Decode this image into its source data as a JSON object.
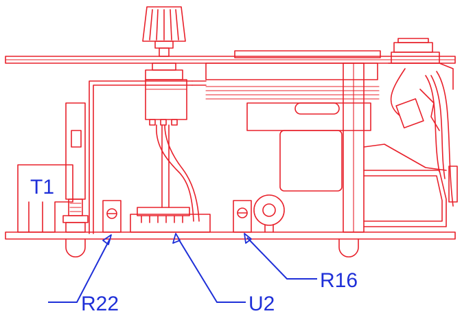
{
  "colors": {
    "mechanism": "#e8202a",
    "callouts": "#1e2fd8",
    "background": "#ffffff"
  },
  "labels": {
    "transformer": "T1",
    "resistor_left": "R22",
    "ic": "U2",
    "resistor_right": "R16"
  }
}
